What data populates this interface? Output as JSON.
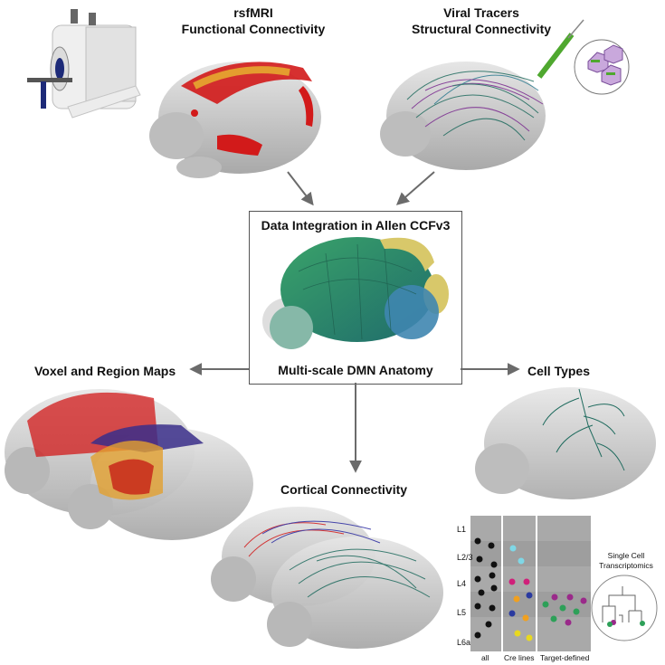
{
  "titles": {
    "rsfmri_line1": "rsfMRI",
    "rsfmri_line2": "Functional Connectivity",
    "viral_line1": "Viral Tracers",
    "viral_line2": "Structural Connectivity",
    "integration": "Data Integration in Allen CCFv3",
    "dmn": "Multi-scale DMN Anatomy",
    "voxel": "Voxel and Region Maps",
    "celltypes": "Cell Types",
    "cortical": "Cortical Connectivity"
  },
  "celltype_panel": {
    "layers": [
      "L1",
      "L2/3",
      "L4",
      "L5",
      "L6a"
    ],
    "columns": [
      "all",
      "Cre lines",
      "Target-defined"
    ],
    "transcriptomics_line1": "Single Cell",
    "transcriptomics_line2": "Transcriptomics"
  },
  "colors": {
    "functional_red": "#d21a1a",
    "structural_purple": "#7a2a8f",
    "structural_teal": "#1f6b5e",
    "ccf_green": "#2f9a5a",
    "ccf_yellow": "#d8c86a",
    "brain_gray": "#c8c8c8",
    "arrow_gray": "#6b6b6b"
  }
}
